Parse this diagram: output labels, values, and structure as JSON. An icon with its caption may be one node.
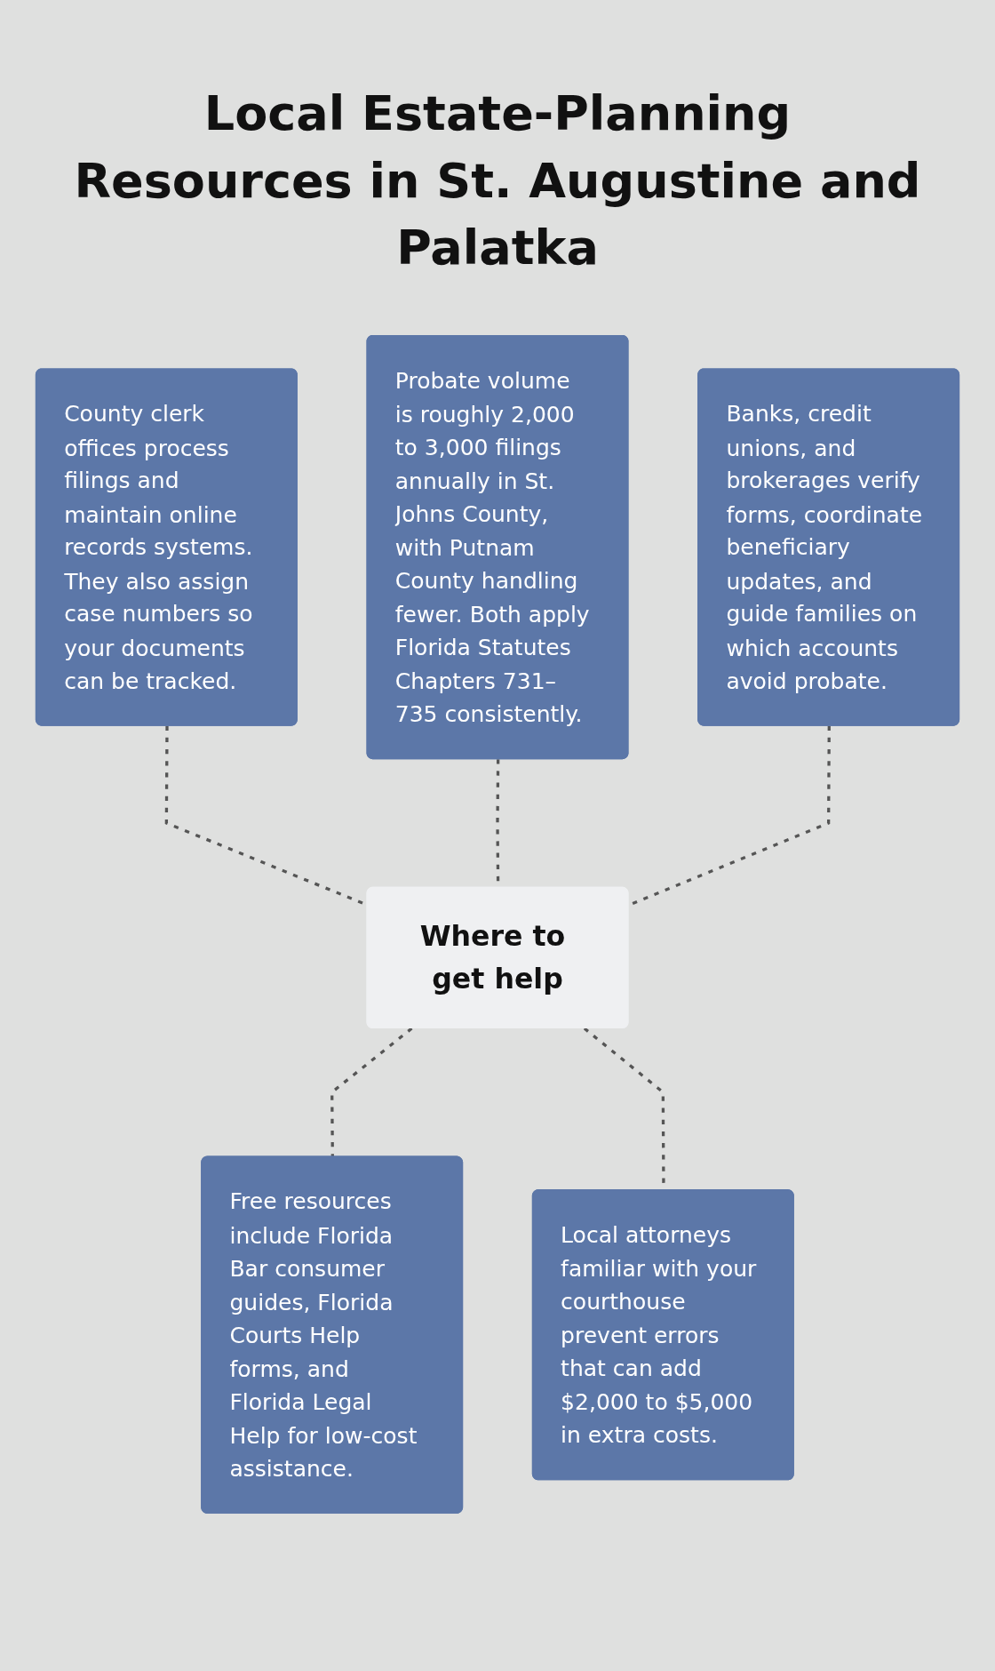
{
  "diagram": {
    "title": "Local Estate-Planning Resources in St. Augustine and Palatka",
    "nodes": [
      {
        "text": [
          "County clerk offices process filings and maintain online records systems. They also assign case numbers so your documents can be tracked."
        ]
      },
      {
        "text": [
          "Probate volume is roughly 2,000 to 3,000 filings annually in St. Johns County, with Putnam County handling fewer. Both apply Florida Statutes Chapters 731–735 consistently."
        ]
      },
      {
        "text": [
          "Banks, credit unions, and brokerages verify forms, coordinate beneficiary updates, and guide families on which accounts avoid probate."
        ]
      },
      {
        "text": [
          "Where to get help"
        ]
      },
      {
        "text": [
          "Free resources include Florida Bar consumer guides, Florida Courts Help forms, and Florida Legal Help for low-cost assistance."
        ]
      },
      {
        "text": [
          "Local attorneys familiar with your courthouse prevent errors that can add $2,000 to $5,000 in extra costs."
        ]
      }
    ],
    "edges": [
      {
        "from": 0,
        "to": 3,
        "arrow": "none",
        "style": "dashed"
      },
      {
        "from": 1,
        "to": 3,
        "arrow": "none",
        "style": "dashed"
      },
      {
        "from": 2,
        "to": 3,
        "arrow": "none",
        "style": "dashed"
      },
      {
        "from": 3,
        "to": 4,
        "arrow": "none",
        "style": "dashed"
      },
      {
        "from": 3,
        "to": 5,
        "arrow": "none",
        "style": "dashed"
      }
    ]
  }
}
